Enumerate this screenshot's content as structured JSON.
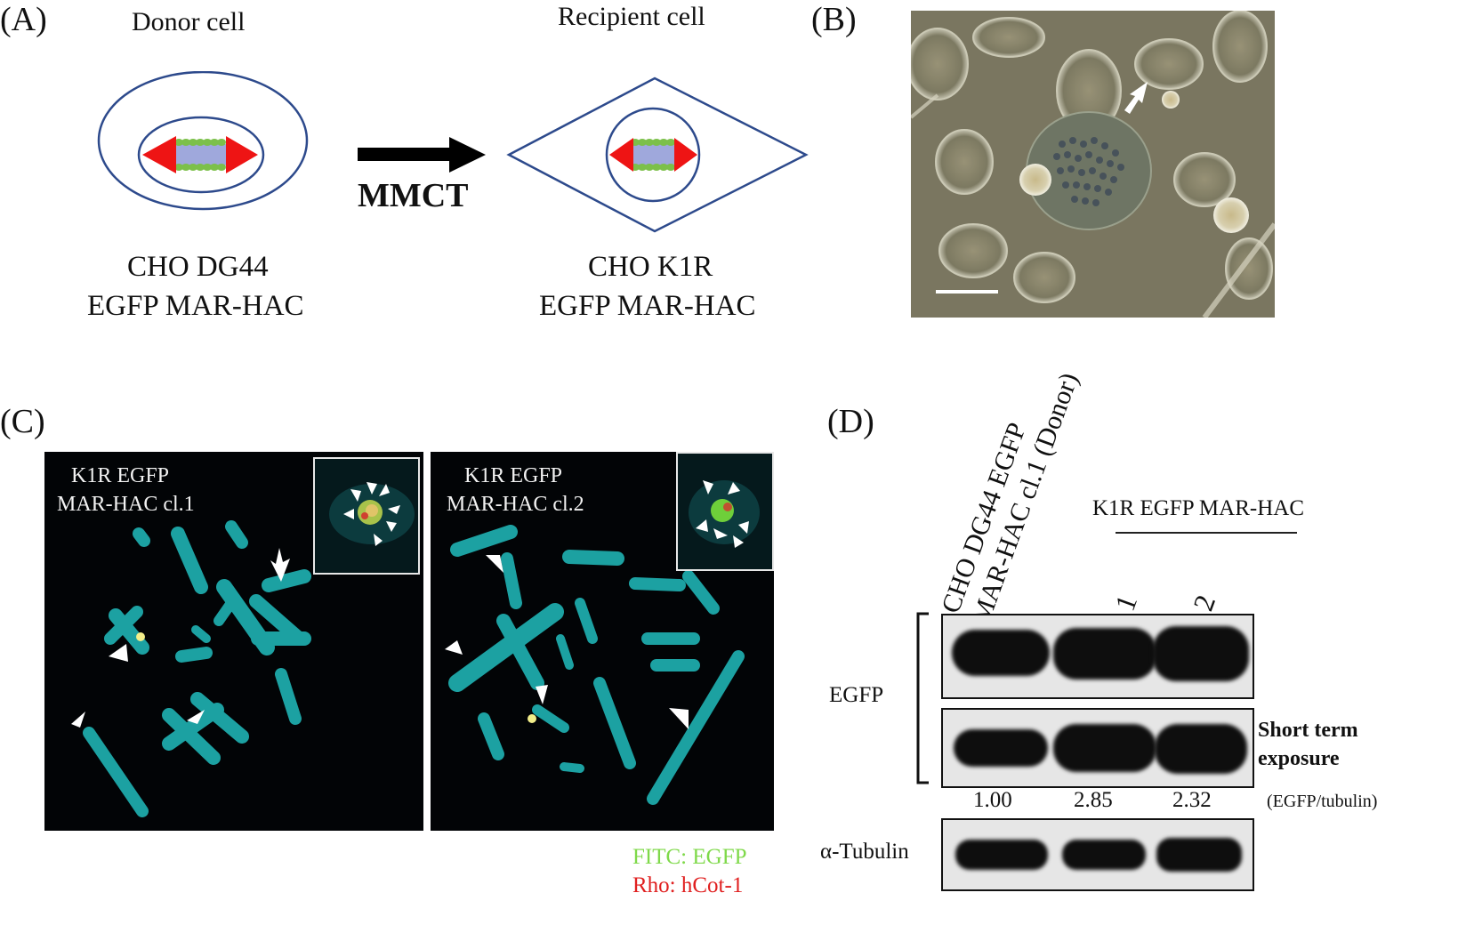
{
  "panels": {
    "a": {
      "label": "(A)",
      "donor_title": "Donor cell",
      "recipient_title": "Recipient cell",
      "arrow_label": "MMCT",
      "donor_line1": "CHO DG44",
      "donor_line2": "EGFP MAR-HAC",
      "recipient_line1": "CHO K1R",
      "recipient_line2": "EGFP MAR-HAC"
    },
    "b": {
      "label": "(B)"
    },
    "c": {
      "label": "(C)",
      "img1_line1": "K1R  EGFP",
      "img1_line2": "MAR-HAC cl.1",
      "img2_line1": "K1R  EGFP",
      "img2_line2": "MAR-HAC cl.2",
      "legend_fitc": "FITC: EGFP",
      "legend_rho": "Rho: hCot-1",
      "colors": {
        "fitc": "#7fd94a",
        "rho": "#e02020",
        "chromosome": "#1fb3b3"
      }
    },
    "d": {
      "label": "(D)",
      "lane1_line1": "CHO DG44 EGFP",
      "lane1_line2": "MAR-HAC cl.1 (Donor)",
      "group_label": "K1R EGFP MAR-HAC",
      "lane2": "cl.1",
      "lane3": "cl.2",
      "row_egfp": "EGFP",
      "short_term_line1": "Short term",
      "short_term_line2": "exposure",
      "ratios": [
        "1.00",
        "2.85",
        "2.32"
      ],
      "ratio_unit": "(EGFP/tubulin)",
      "row_tubulin": "α-Tubulin"
    }
  }
}
